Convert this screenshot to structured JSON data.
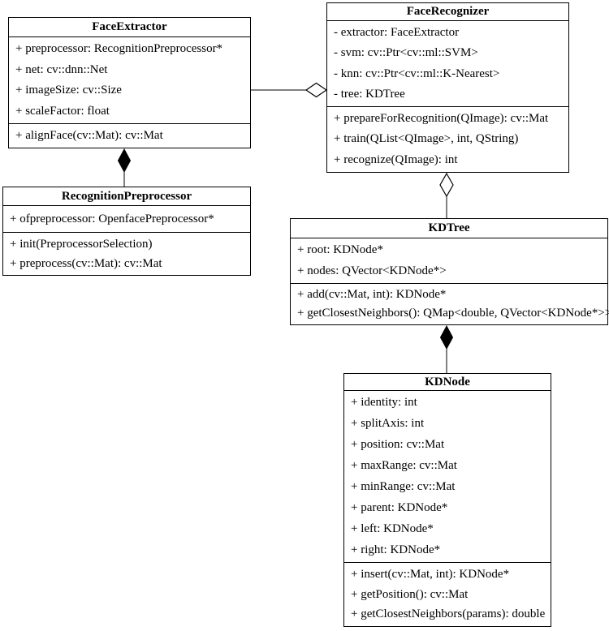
{
  "diagram_type": "uml-class-diagram",
  "colors": {
    "background": "#ffffff",
    "box_fill": "#ffffff",
    "line": "#000000",
    "text": "#000000"
  },
  "classes": {
    "face_extractor": {
      "title": "FaceExtractor",
      "attributes": [
        "+ preprocessor: RecognitionPreprocessor*",
        "+ net: cv::dnn::Net",
        "+ imageSize: cv::Size",
        "+ scaleFactor: float"
      ],
      "methods": [
        "+ alignFace(cv::Mat): cv::Mat"
      ]
    },
    "face_recognizer": {
      "title": "FaceRecognizer",
      "attributes": [
        "- extractor: FaceExtractor",
        "- svm: cv::Ptr<cv::ml::SVM>",
        "- knn: cv::Ptr<cv::ml::K-Nearest>",
        "- tree: KDTree"
      ],
      "methods": [
        "+ prepareForRecognition(QImage): cv::Mat",
        "+ train(QList<QImage>, int, QString)",
        "+ recognize(QImage): int"
      ]
    },
    "recognition_preprocessor": {
      "title": "RecognitionPreprocessor",
      "attributes": [
        "+ ofpreprocessor: OpenfacePreprocessor*"
      ],
      "methods": [
        "+ init(PreprocessorSelection)",
        "+ preprocess(cv::Mat): cv::Mat"
      ]
    },
    "kd_tree": {
      "title": "KDTree",
      "attributes": [
        "+ root: KDNode*",
        "+ nodes: QVector<KDNode*>"
      ],
      "methods": [
        "+ add(cv::Mat, int): KDNode*",
        "+ getClosestNeighbors(): QMap<double, QVector<KDNode*>>"
      ]
    },
    "kd_node": {
      "title": "KDNode",
      "attributes": [
        "+ identity: int",
        "+ splitAxis: int",
        "+ position: cv::Mat",
        "+ maxRange: cv::Mat",
        "+ minRange: cv::Mat",
        "+ parent: KDNode*",
        "+ left: KDNode*",
        "+ right: KDNode*"
      ],
      "methods": [
        "+ insert(cv::Mat, int): KDNode*",
        "+ getPosition(): cv::Mat",
        "+ getClosestNeighbors(params): double"
      ]
    }
  },
  "relationships": [
    {
      "type": "aggregation",
      "whole": "FaceRecognizer",
      "part": "FaceExtractor"
    },
    {
      "type": "composition",
      "whole": "FaceExtractor",
      "part": "RecognitionPreprocessor"
    },
    {
      "type": "aggregation",
      "whole": "FaceRecognizer",
      "part": "KDTree"
    },
    {
      "type": "composition",
      "whole": "KDTree",
      "part": "KDNode"
    }
  ]
}
